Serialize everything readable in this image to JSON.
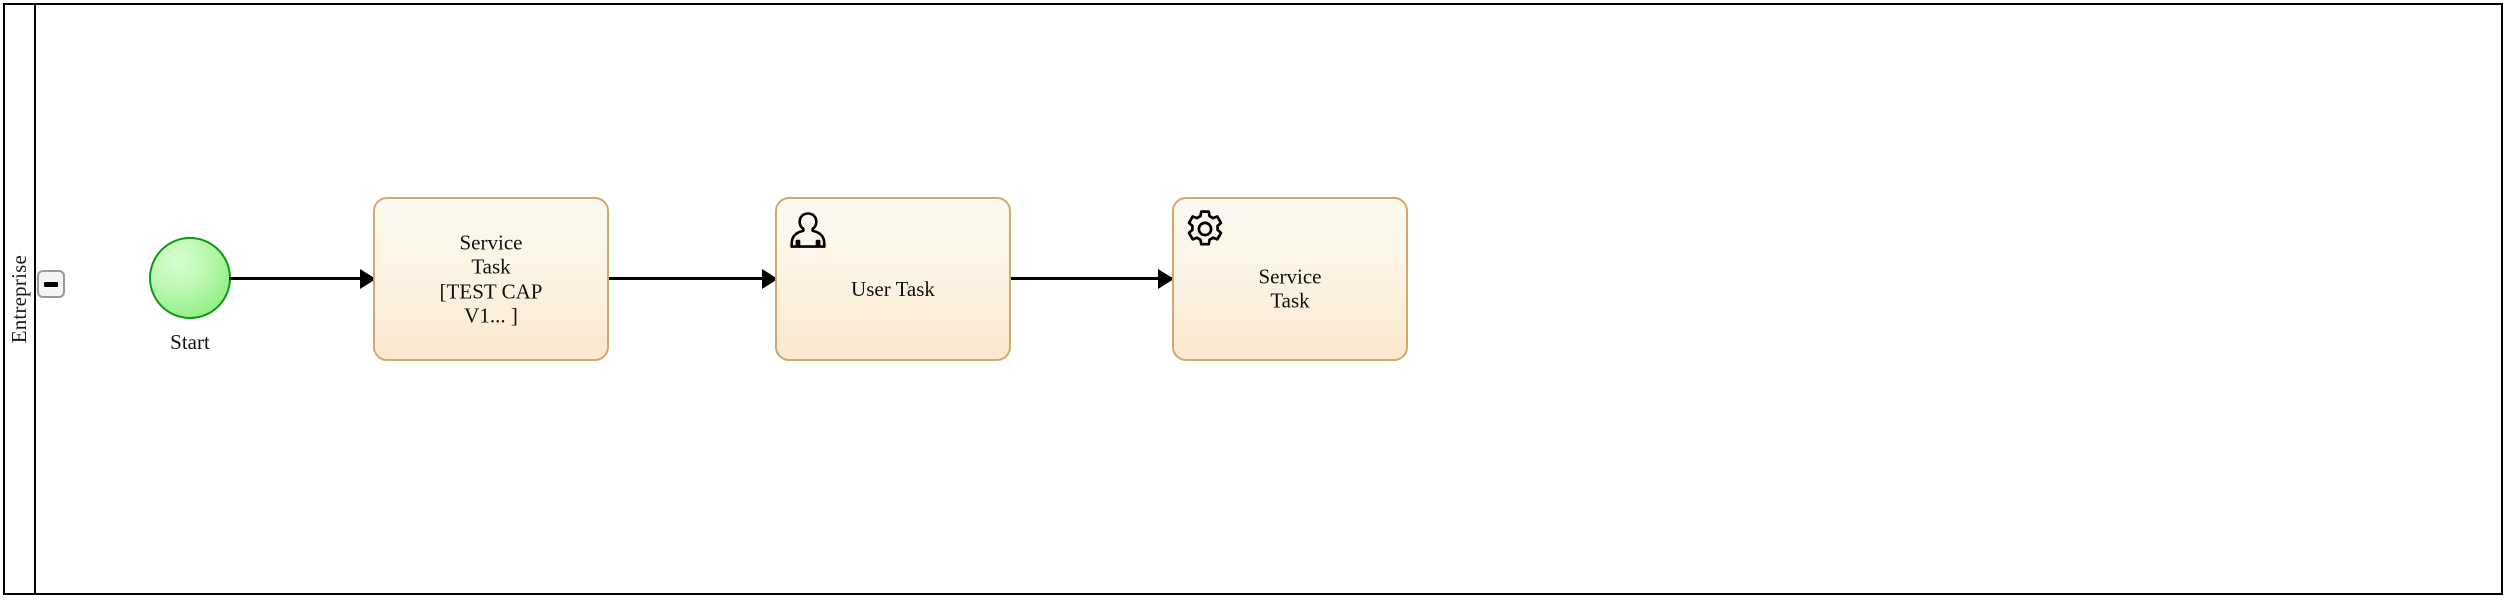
{
  "diagram": {
    "type": "bpmn-process",
    "pool": {
      "name": "Entreprise",
      "collapse_toggle": {
        "icon": "minus-icon",
        "state": "expanded"
      }
    },
    "nodes": [
      {
        "id": "start-event",
        "kind": "start-event",
        "label": "Start",
        "icon": null,
        "fill": "#9cf08c",
        "stroke": "#0a9b14"
      },
      {
        "id": "task-1",
        "kind": "service-task",
        "label": "Service\nTask\n[TEST CAP\nV1... ]",
        "icon": null,
        "fill": "#fcf2e2",
        "stroke": "#d2a96c"
      },
      {
        "id": "task-2",
        "kind": "user-task",
        "label": "User Task",
        "icon": "user-icon",
        "fill": "#fcf2e2",
        "stroke": "#d2a96c"
      },
      {
        "id": "task-3",
        "kind": "service-task",
        "label": "Service\nTask",
        "icon": "gear-icon",
        "fill": "#fcf2e2",
        "stroke": "#d2a96c"
      }
    ],
    "flows": [
      {
        "id": "flow-1",
        "from": "start-event",
        "to": "task-1"
      },
      {
        "id": "flow-2",
        "from": "task-1",
        "to": "task-2"
      },
      {
        "id": "flow-3",
        "from": "task-2",
        "to": "task-3"
      }
    ]
  }
}
